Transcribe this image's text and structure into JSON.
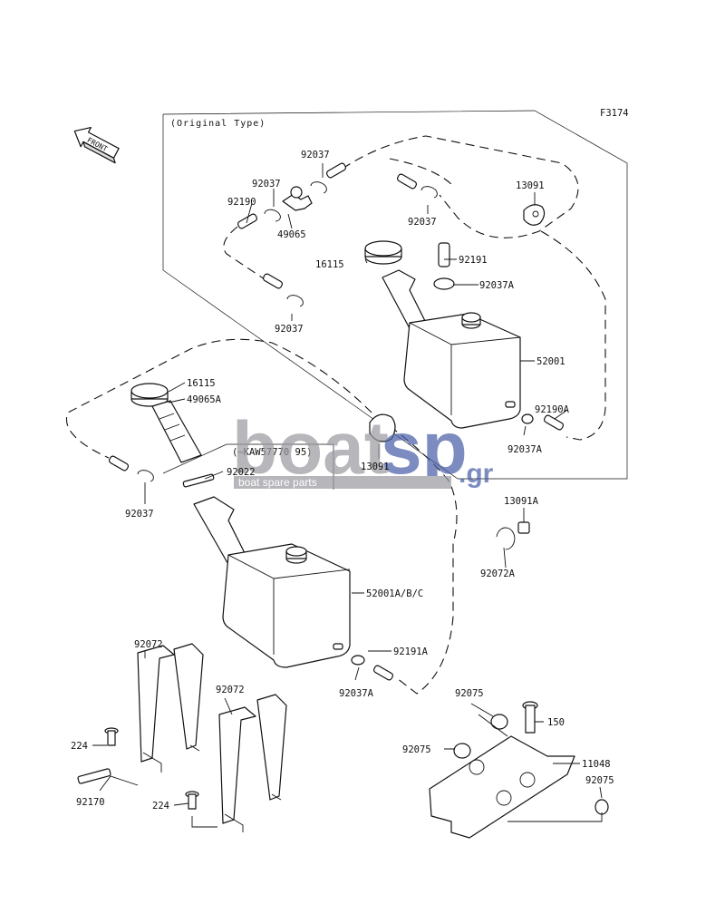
{
  "header": {
    "figure_code": "F3174",
    "variant_label": "(Original Type)",
    "front_label": "FRONT",
    "serial_note": "(~KAW57770 95)"
  },
  "watermark": {
    "brand_main": "boat",
    "brand_accent": "sp",
    "brand_suffix": ".gr",
    "tagline": "boat spare parts",
    "colors": {
      "grey": "#9a9aa2",
      "blue": "#4a5fa8"
    }
  },
  "labels": {
    "l_92037_top": "92037",
    "l_92037_a": "92037",
    "l_92190": "92190",
    "l_49065": "49065",
    "l_92037_b": "92037",
    "l_13091_top": "13091",
    "l_92191": "92191",
    "l_16115_top": "16115",
    "l_92037A_top": "92037A",
    "l_92037_c": "92037",
    "l_52001": "52001",
    "l_92190A": "92190A",
    "l_92037A_mid": "92037A",
    "l_16115_mid": "16115",
    "l_49065A": "49065A",
    "l_13091_mid": "13091",
    "l_92022": "92022",
    "l_92037_left": "92037",
    "l_13091A": "13091A",
    "l_92072A": "92072A",
    "l_52001ABC": "52001A/B/C",
    "l_92191A": "92191A",
    "l_92037A_low": "92037A",
    "l_92072_a": "92072",
    "l_92072_b": "92072",
    "l_224_a": "224",
    "l_224_b": "224",
    "l_92170": "92170",
    "l_92075_a": "92075",
    "l_92075_b": "92075",
    "l_92075_c": "92075",
    "l_150": "150",
    "l_11048": "11048"
  }
}
